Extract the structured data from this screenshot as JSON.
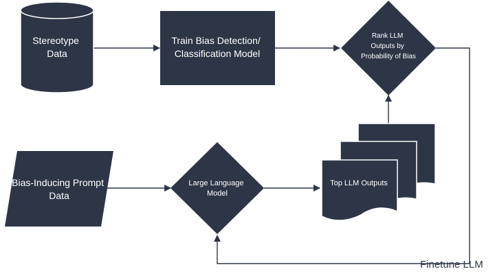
{
  "colors": {
    "node_fill": "#2e3547",
    "node_stroke": "#ffffff",
    "arrow": "#2e3547",
    "text": "#ffffff"
  },
  "nodes": {
    "stereotype_data": {
      "shape": "cylinder",
      "lines": [
        "Stereotype",
        "Data"
      ]
    },
    "train_model": {
      "shape": "rectangle",
      "lines": [
        "Train Bias Detection/",
        "Classification Model"
      ]
    },
    "rank_outputs": {
      "shape": "diamond",
      "lines": [
        "Rank LLM",
        "Outputs by",
        "Probability of Bias"
      ]
    },
    "prompt_data": {
      "shape": "parallelogram",
      "lines": [
        "Bias-Inducing Prompt",
        "Data"
      ]
    },
    "llm": {
      "shape": "diamond",
      "lines": [
        "Large Language",
        "Model"
      ]
    },
    "top_outputs": {
      "shape": "multi-document",
      "lines": [
        "Top LLM Outputs"
      ]
    }
  },
  "edges": [
    {
      "from": "stereotype_data",
      "to": "train_model",
      "label": ""
    },
    {
      "from": "train_model",
      "to": "rank_outputs",
      "label": ""
    },
    {
      "from": "prompt_data",
      "to": "llm",
      "label": ""
    },
    {
      "from": "llm",
      "to": "top_outputs",
      "label": ""
    },
    {
      "from": "top_outputs",
      "to": "rank_outputs",
      "label": ""
    },
    {
      "from": "rank_outputs",
      "to": "llm",
      "label": "Finetune LLM"
    }
  ]
}
